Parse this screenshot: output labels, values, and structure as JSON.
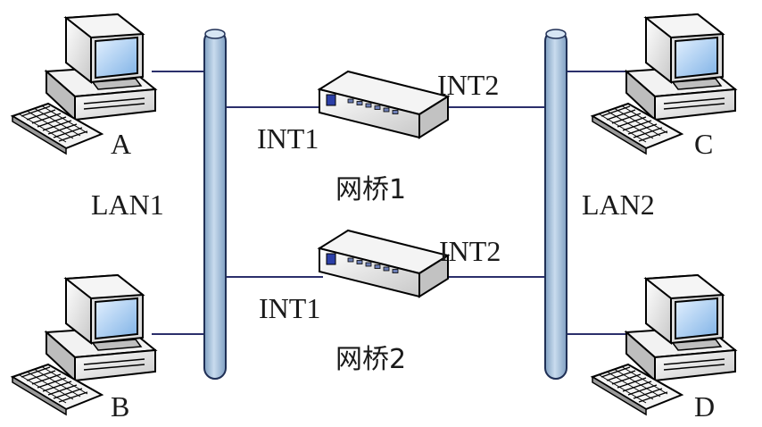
{
  "segments": [
    {
      "label": "LAN1",
      "color": "#a9c4de"
    },
    {
      "label": "LAN2",
      "color": "#a9c4de"
    }
  ],
  "computers": [
    {
      "label": "A",
      "segment": "LAN1"
    },
    {
      "label": "B",
      "segment": "LAN1"
    },
    {
      "label": "C",
      "segment": "LAN2"
    },
    {
      "label": "D",
      "segment": "LAN2"
    }
  ],
  "bridges": [
    {
      "name": "网桥1",
      "port_left": "INT1",
      "port_right": "INT2"
    },
    {
      "name": "网桥2",
      "port_left": "INT1",
      "port_right": "INT2"
    }
  ],
  "icons": {
    "computer": "desktop-computer-icon",
    "bridge": "network-bridge-icon"
  },
  "colors": {
    "wire": "#2b2f6b",
    "bus": "#a9c4de",
    "bridge_led": "#6d7fb6"
  }
}
